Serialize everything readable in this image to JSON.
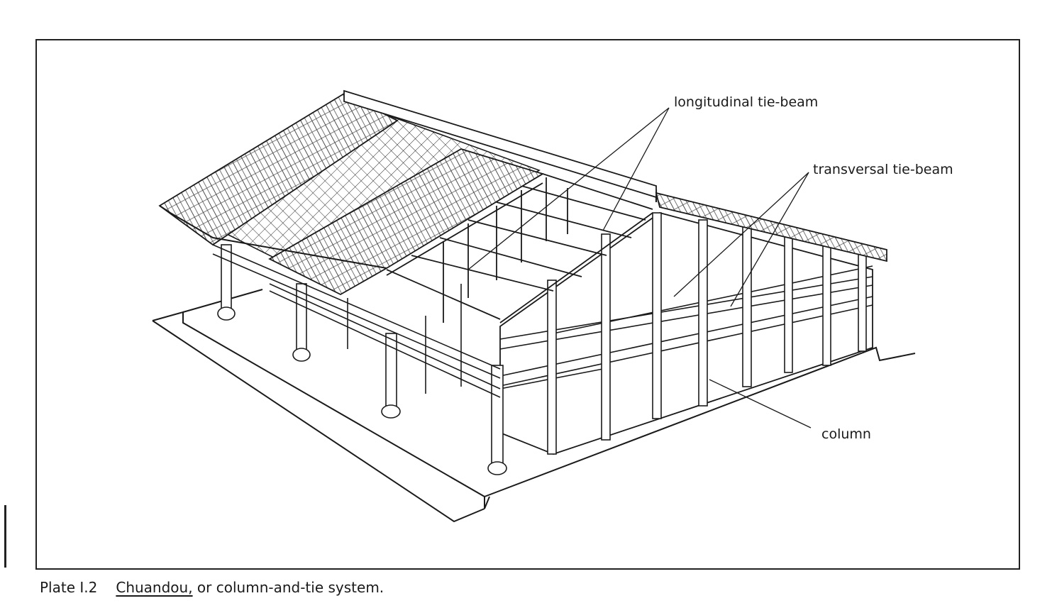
{
  "labels": {
    "longitudinal": "longitudinal tie-beam",
    "transversal": "transversal tie-beam",
    "column": "column"
  },
  "caption": {
    "plate_number": "Plate I.2",
    "term": "Chuandou,",
    "description": " or column-and-tie system."
  }
}
